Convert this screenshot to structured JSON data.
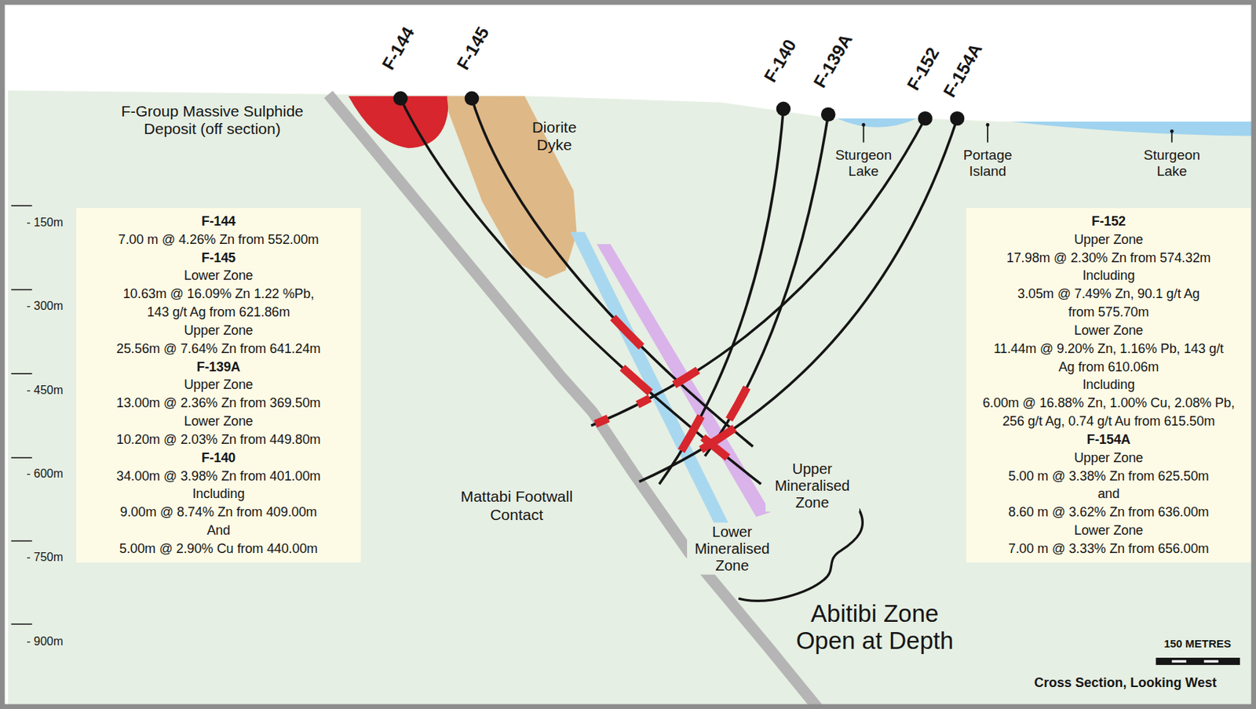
{
  "diagram": {
    "nodes": [
      {
        "text": [
          "F-144",
          "7.00 m @ 4.26% Zn from 552.00m",
          "F-145",
          "Lower Zone",
          "10.63m @ 16.09% Zn 1.22 %Pb, 143 g/t Ag from 621.86m",
          "Upper Zone",
          "25.56m @ 7.64% Zn from 641.24m",
          "F-139A",
          "Upper Zone",
          "13.00m @ 2.36% Zn from 369.50m",
          "Lower Zone",
          "10.20m @ 2.03% Zn from 449.80m",
          "F-140",
          "34.00m @ 3.98% Zn from 401.00m",
          "Including",
          "9.00m @ 8.74% Zn from 409.00m",
          "And",
          "5.00m @ 2.90% Cu from 440.00m"
        ]
      },
      {
        "text": [
          "F-152",
          "Upper Zone",
          "17.98m @ 2.30% Zn from 574.32m",
          "Including",
          "3.05m @ 7.49% Zn, 90.1 g/t Ag from 575.70m",
          "Lower Zone",
          "11.44m @ 9.20% Zn, 1.16% Pb, 143 g/t Ag from 610.06m",
          "Including",
          "6.00m @ 16.88% Zn, 1.00% Cu, 2.08% Pb, 256 g/t Ag, 0.74 g/t Au from 615.50m",
          "F-154A",
          "Upper Zone",
          "5.00 m @ 3.38% Zn from 625.50m",
          "and",
          "8.60 m @ 3.62% Zn from 636.00m",
          "Lower Zone",
          "7.00 m @ 3.33% Zn from 656.00m"
        ]
      }
    ],
    "labels": [
      "F-144",
      "F-145",
      "F-140",
      "F-139A",
      "F-152",
      "F-154A",
      "F-Group Massive Sulphide Deposit (off section)",
      "Diorite Dyke",
      "Sturgeon Lake",
      "Portage Island",
      "Sturgeon Lake",
      "Mattabi Footwall Contact",
      "Upper Mineralised Zone",
      "Lower Mineralised Zone",
      "Abitibi Zone Open at Depth",
      "150 METRES",
      "Cross Section, Looking West",
      "- 150m",
      "- 300m",
      "- 450m",
      "- 600m",
      "- 750m",
      "- 900m"
    ]
  }
}
